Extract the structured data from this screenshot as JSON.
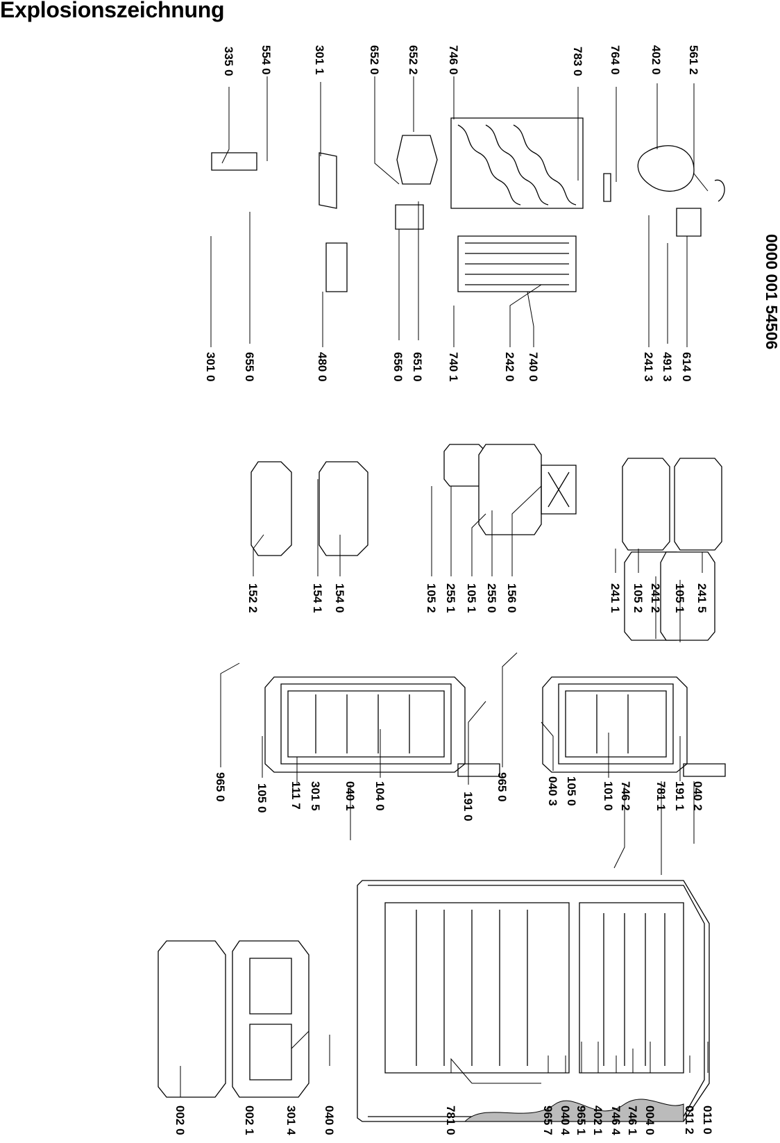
{
  "title": "Explosionszeichnung",
  "document_number": "0000 001 54506",
  "callouts": {
    "c3350": "335 0",
    "c5540": "554 0",
    "c3011": "301 1",
    "c6520": "652 0",
    "c6522": "652 2",
    "c7460": "746 0",
    "c7830": "783 0",
    "c7640": "764 0",
    "c4020": "402 0",
    "c5612": "561 2",
    "c3010": "301 0",
    "c6550": "655 0",
    "c4800": "480 0",
    "c6560": "656 0",
    "c6510": "651 0",
    "c7401": "740 1",
    "c2420": "242 0",
    "c7400": "740 0",
    "c2413": "241 3",
    "c4913": "491 3",
    "c6140": "614 0",
    "c1522": "152 2",
    "c1541": "154 1",
    "c1540": "154 0",
    "c1052a": "105 2",
    "c2551": "255 1",
    "c1051a": "105 1",
    "c2550": "255 0",
    "c1560": "156 0",
    "c2411": "241 1",
    "c1052b": "105 2",
    "c2412": "241 2",
    "c1051b": "105 1",
    "c2415": "241 5",
    "c9650a": "965 0",
    "c1050a": "105 0",
    "c1117": "111 7",
    "c3015": "301 5",
    "c0401": "040 1",
    "c1040": "104 0",
    "c1910": "191 0",
    "c9650b": "965 0",
    "c0403": "040 3",
    "c1050b": "105 0",
    "c1010": "101 0",
    "c7462": "746 2",
    "c7811": "781 1",
    "c1911": "191 1",
    "c0402": "040 2",
    "c0020": "002 0",
    "c0021": "002 1",
    "c3014": "301 4",
    "c0400": "040 0",
    "c7810": "781 0",
    "c9657": "965 7",
    "c0404": "040 4",
    "c9651": "965 1",
    "c4021": "402 1",
    "c7464": "746 4",
    "c7461": "746 1",
    "c0040": "004 0",
    "c0112": "011 2",
    "c0110": "011 0"
  }
}
